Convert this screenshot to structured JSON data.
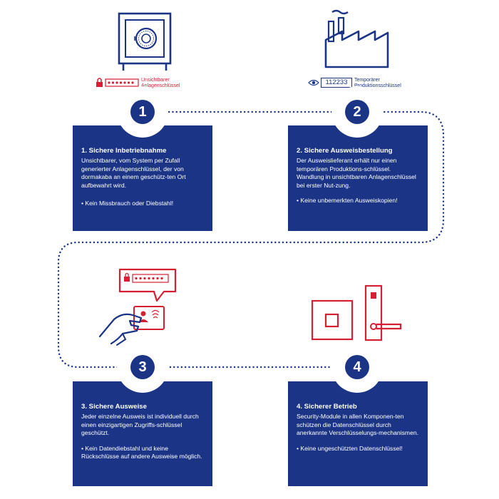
{
  "colors": {
    "navy": "#1b3486",
    "red": "#d42032",
    "white": "#ffffff"
  },
  "top": {
    "left": {
      "icon": "safe-icon",
      "key_icon": "lock-icon",
      "label_line1": "Unsichtbarer",
      "label_line2": "Anlagenschlüssel"
    },
    "right": {
      "icon": "factory-icon",
      "key_icon": "eye-icon",
      "code": "112233",
      "label_line1": "Temporärer",
      "label_line2": "Produktionsschlüssel"
    }
  },
  "middle": {
    "left_icon": "hand-holding-id-card-icon",
    "right_icon": "door-reader-and-lock-handle-icon"
  },
  "steps": [
    {
      "number": "1",
      "title": "1. Sichere Inbetriebnahme",
      "desc": "Unsichtbarer, vom System per Zufall generierter Anlagenschlüssel, der von dormakaba an einem geschütz-ten Ort aufbewahrt wird.",
      "bullet": "• Kein Missbrauch oder Diebstahl!"
    },
    {
      "number": "2",
      "title": "2. Sichere Ausweisbestellung",
      "desc": "Der Ausweislieferant erhält nur einen temporären Produktions-schlüssel. Wandlung in unsichtbaren Anlagenschlüssel bei erster Nut-zung.",
      "bullet": "• Keine unbemerkten Ausweiskopien!"
    },
    {
      "number": "3",
      "title": "3. Sichere Ausweise",
      "desc": "Jeder einzelne Ausweis ist individuell durch einen einzigartigen Zugriffs-schlüssel geschützt.",
      "bullet": "• Kein Datendiebstahl und keine Rückschlüsse auf andere Ausweise möglich."
    },
    {
      "number": "4",
      "title": "4. Sicherer Betrieb",
      "desc": "Security-Module in allen Komponen-ten schützen die Datenschlüssel durch anerkannte Verschlüsselungs-mechanismen.",
      "bullet": "• Keine ungeschützten Datenschlüssel!"
    }
  ]
}
